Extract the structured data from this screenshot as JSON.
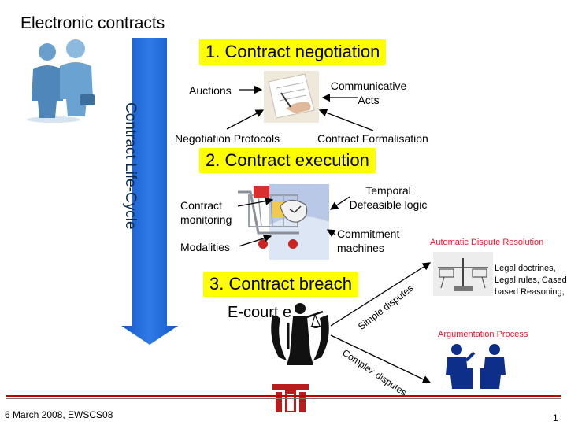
{
  "slide": {
    "title": "Electronic contracts",
    "lifecycle_label": "Contract Life-Cycle",
    "colors": {
      "highlight": "#ffff00",
      "arrow": "#1b5fd1",
      "accent_red": "#e8182c",
      "footer_line": "#c00000"
    },
    "icons": [
      "businessmen-icon",
      "contract-signing-icon",
      "shopping-cart-clock-icon",
      "lady-justice-icon",
      "scales-machine-icon",
      "debate-figures-icon",
      "university-logo-icon"
    ]
  },
  "negotiation": {
    "heading": "1. Contract negotiation",
    "auctions": "Auctions",
    "communicative_acts": "Communicative Acts",
    "protocols": "Negotiation Protocols",
    "formalisation": "Contract Formalisation"
  },
  "execution": {
    "heading": "2. Contract execution",
    "monitoring": "Contract monitoring",
    "modalities": "Modalities",
    "temporal": "Temporal Defeasible logic",
    "commitment": "Commitment machines"
  },
  "breach": {
    "heading": "3. Contract breach",
    "ecourt": "E-court  e",
    "simple": "Simple disputes",
    "complex": "Complex disputes",
    "adr": "Automatic Dispute Resolution",
    "legal": "Legal doctrines, Legal rules, Cased based Reasoning,",
    "argumentation": "Argumentation Process"
  },
  "footer": {
    "date": "6 March 2008, EWSCS08",
    "page": "1"
  }
}
